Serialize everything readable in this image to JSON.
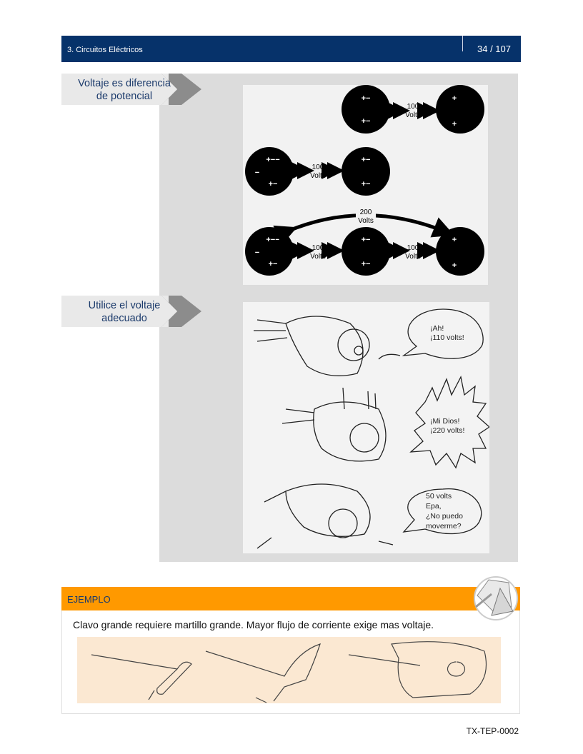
{
  "header": {
    "section": "3. Circuitos Eléctricos",
    "page": "34 / 107"
  },
  "tags": [
    {
      "line1": "Voltaje es diferencia",
      "line2": "de potencial"
    },
    {
      "line1": "Utilice el voltaje",
      "line2": "adecuado"
    }
  ],
  "diagram": {
    "v100": "100",
    "v200": "200",
    "volts": "Volts"
  },
  "cartoon": {
    "b1": [
      "¡Ah!",
      "¡110 volts!"
    ],
    "b2": [
      "¡Mi Dios!",
      "¡220 volts!"
    ],
    "b3": [
      "50 volts",
      "Epa,",
      "¿No puedo",
      "moverme?"
    ]
  },
  "example": {
    "title": "EJEMPLO",
    "text": "Clavo grande requiere martillo grande. Mayor flujo de corriente exige mas voltaje."
  },
  "footer": {
    "code": "TX-TEP-0002"
  },
  "colors": {
    "header": "#06326a",
    "accent": "#ff9900",
    "panel": "#dcdcdc"
  }
}
